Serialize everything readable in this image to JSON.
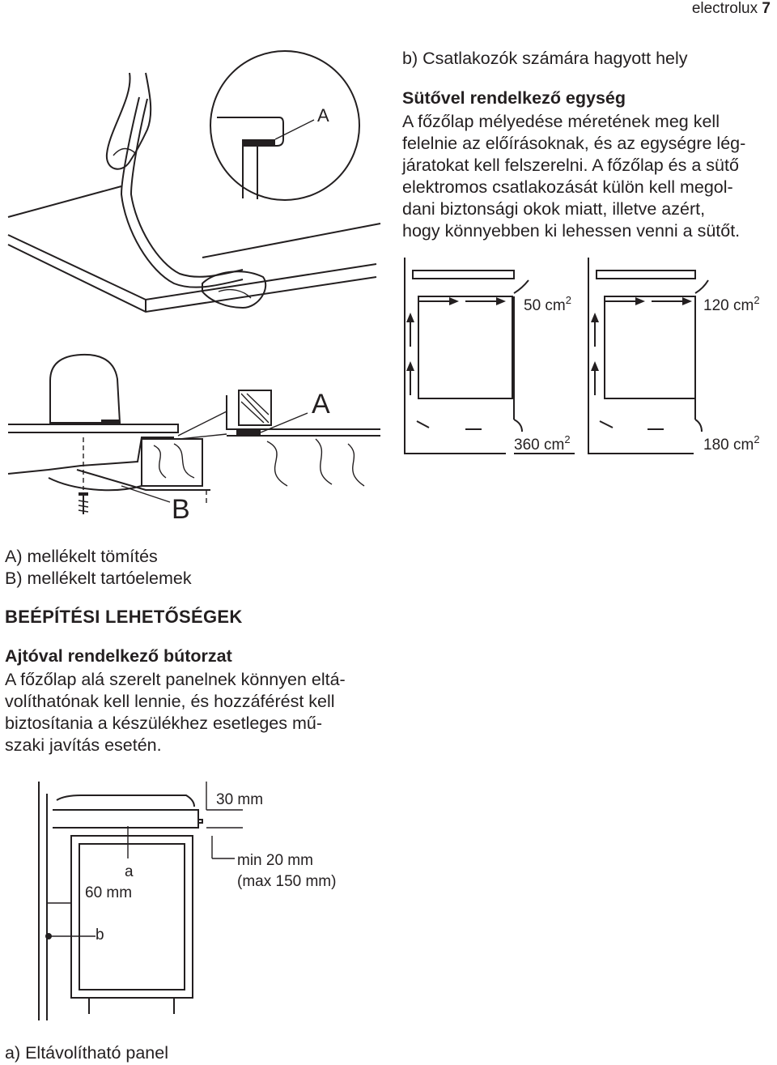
{
  "header": {
    "brand": "electrolux",
    "page_number": "7"
  },
  "right_column": {
    "item_b": "b) Csatlakozók számára hagyott hely",
    "heading": "Sütővel rendelkező egység",
    "paragraph_lines": [
      "A főzőlap mélyedése méretének meg kell",
      "felelnie az előírásoknak, és az egységre lég-",
      "járatokat kell felszerelni. A főzőlap és a sütő",
      "elektromos csatlakozását külön kell megol-",
      "dani biztonsági okok miatt, illetve azért,",
      "hogy könnyebben ki lehessen venni a sütőt."
    ]
  },
  "figure_hand": {
    "label_a": "A"
  },
  "figure_section": {
    "label_a": "A",
    "label_b": "B"
  },
  "figure_vent": {
    "label_top_left": "50 cm",
    "label_top_right": "120 cm",
    "label_bottom_left": "360 cm",
    "label_bottom_right": "180 cm",
    "superscript": "2"
  },
  "legend": {
    "a": "A) mellékelt tömítés",
    "b": "B) mellékelt tartóelemek"
  },
  "section": {
    "title": "BEÉPÍTÉSI LEHETŐSÉGEK",
    "subtitle": "Ajtóval rendelkező bútorzat",
    "paragraph_lines": [
      "A főzőlap alá szerelt panelnek könnyen eltá-",
      "volíthatónak kell lennie, és hozzáférést kell",
      "biztosítania a készülékhez esetleges mű-",
      "szaki javítás esetén."
    ]
  },
  "figure_cabinet": {
    "dim_top": "30 mm",
    "label_a": "a",
    "dim_side": "60 mm",
    "label_b": "b",
    "dim_min": "min 20 mm",
    "dim_max": "(max 150 mm)"
  },
  "caption": "a) Eltávolítható panel"
}
